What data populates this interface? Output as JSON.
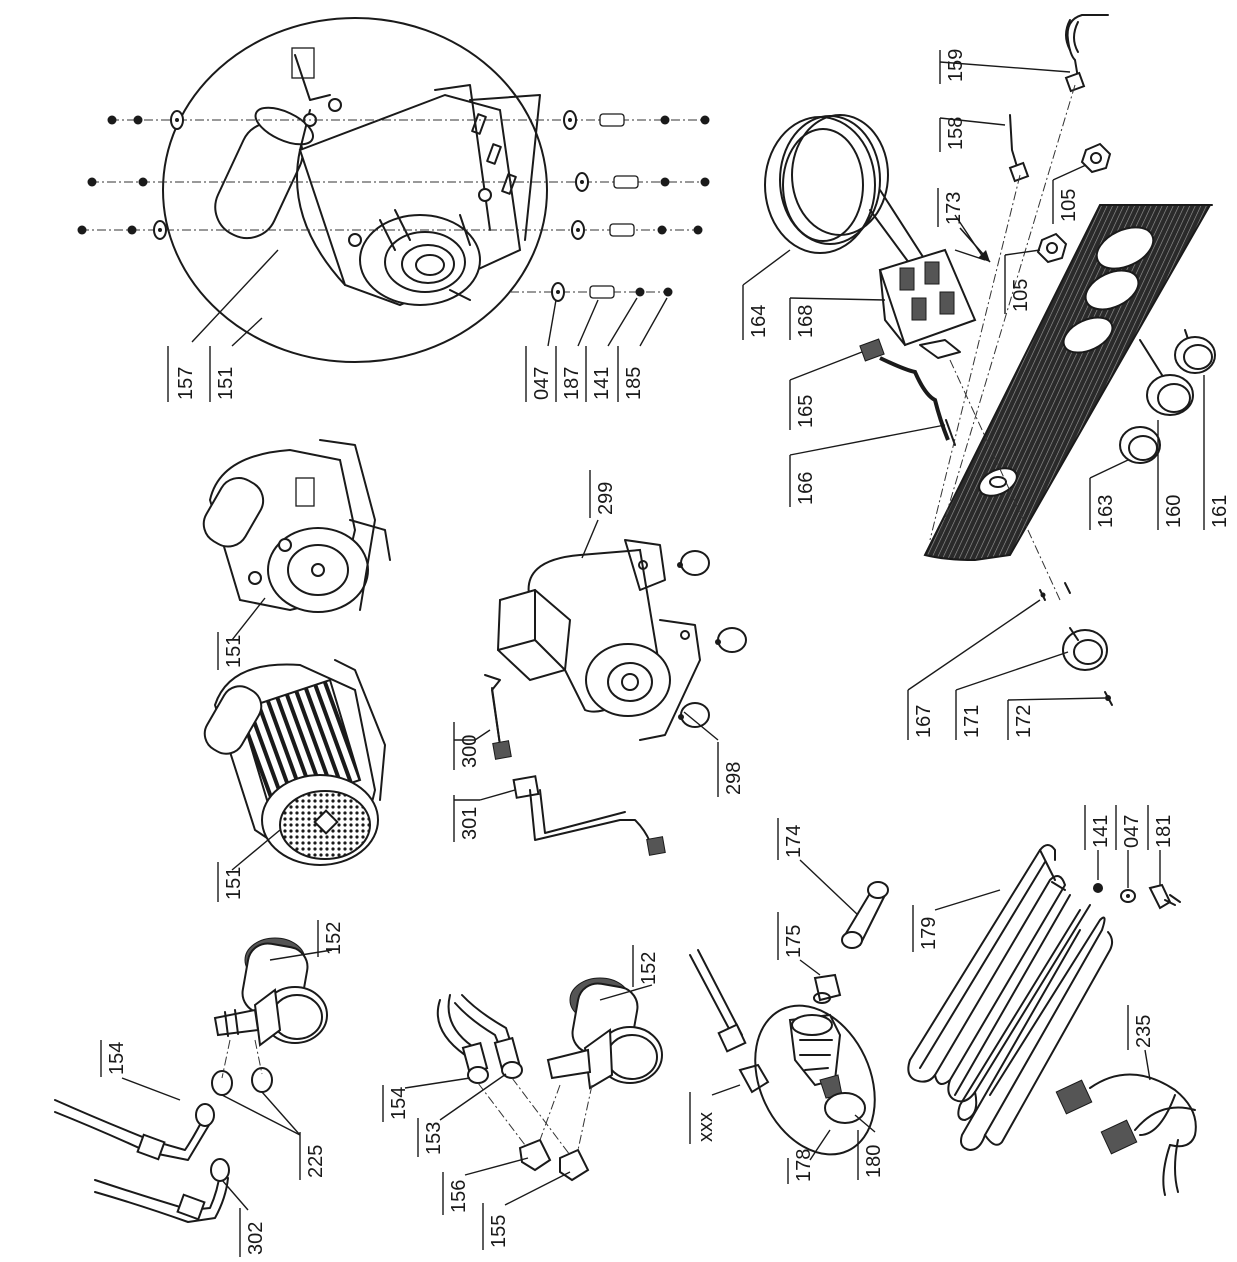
{
  "callouts": [
    {
      "id": "157",
      "text": "157"
    },
    {
      "id": "151a",
      "text": "151"
    },
    {
      "id": "047a",
      "text": "047"
    },
    {
      "id": "187",
      "text": "187"
    },
    {
      "id": "141a",
      "text": "141"
    },
    {
      "id": "185",
      "text": "185"
    },
    {
      "id": "164",
      "text": "164"
    },
    {
      "id": "168",
      "text": "168"
    },
    {
      "id": "165",
      "text": "165"
    },
    {
      "id": "166",
      "text": "166"
    },
    {
      "id": "105a",
      "text": "105"
    },
    {
      "id": "173",
      "text": "173"
    },
    {
      "id": "158",
      "text": "158"
    },
    {
      "id": "159",
      "text": "159"
    },
    {
      "id": "105b",
      "text": "105"
    },
    {
      "id": "163",
      "text": "163"
    },
    {
      "id": "160",
      "text": "160"
    },
    {
      "id": "161",
      "text": "161"
    },
    {
      "id": "151b",
      "text": "151"
    },
    {
      "id": "299",
      "text": "299"
    },
    {
      "id": "300",
      "text": "300"
    },
    {
      "id": "298",
      "text": "298"
    },
    {
      "id": "301",
      "text": "301"
    },
    {
      "id": "151c",
      "text": "151"
    },
    {
      "id": "167",
      "text": "167"
    },
    {
      "id": "171",
      "text": "171"
    },
    {
      "id": "172",
      "text": "172"
    },
    {
      "id": "174",
      "text": "174"
    },
    {
      "id": "175",
      "text": "175"
    },
    {
      "id": "141b",
      "text": "141"
    },
    {
      "id": "047b",
      "text": "047"
    },
    {
      "id": "181",
      "text": "181"
    },
    {
      "id": "179",
      "text": "179"
    },
    {
      "id": "152a",
      "text": "152"
    },
    {
      "id": "154a",
      "text": "154"
    },
    {
      "id": "225",
      "text": "225"
    },
    {
      "id": "302",
      "text": "302"
    },
    {
      "id": "152b",
      "text": "152"
    },
    {
      "id": "154b",
      "text": "154"
    },
    {
      "id": "153",
      "text": "153"
    },
    {
      "id": "156",
      "text": "156"
    },
    {
      "id": "155",
      "text": "155"
    },
    {
      "id": "xxx",
      "text": "xxx"
    },
    {
      "id": "178",
      "text": "178"
    },
    {
      "id": "180",
      "text": "180"
    },
    {
      "id": "235",
      "text": "235"
    }
  ]
}
